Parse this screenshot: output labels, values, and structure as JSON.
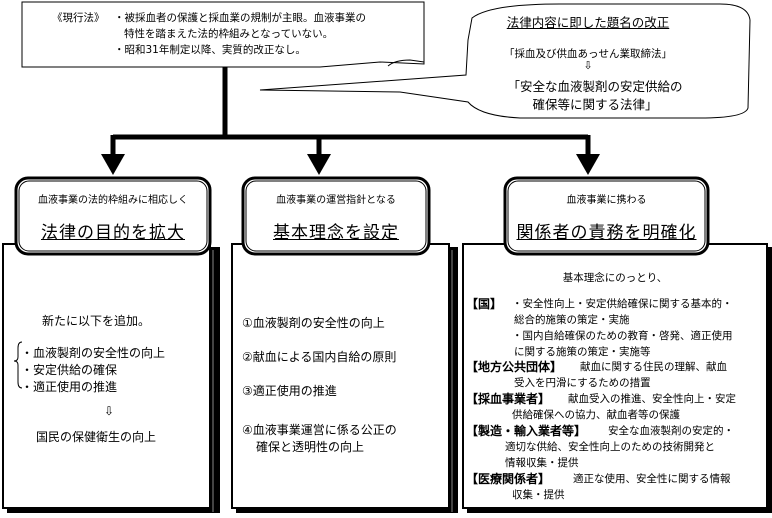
{
  "current_law_note": {
    "label": "《現行法》",
    "bullets": [
      {
        "lines": [
          "・被採血者の保護と採血業の規制が主眼。血液事業の",
          "特性を踏まえた法的枠組みとなっていない。"
        ]
      },
      {
        "lines": [
          "・昭和31年制定以降、実質的改正なし。"
        ]
      }
    ]
  },
  "title_revision_callout": {
    "title": "法律内容に即した題名の改正",
    "old_name": "「採血及び供血あっせん業取締法」",
    "arrow_glyph": "⇩",
    "new_name_lines": [
      "「安全な血液製剤の安定供給の",
      "確保等に関する法律」"
    ]
  },
  "columns": [
    {
      "header_small": "血液事業の法的枠組みに相応しく",
      "header_big": "法律の目的を拡大",
      "body": {
        "intro": "新たに以下を追加。",
        "items": [
          "・血液製剤の安全性の向上",
          "・安定供給の確保",
          "・適正使用の推進"
        ],
        "arrow_glyph": "⇩",
        "result": "国民の保健衛生の向上"
      }
    },
    {
      "header_small": "血液事業の運営指針となる",
      "header_big": "基本理念を設定",
      "body": {
        "items": [
          {
            "lines": [
              "①血液製剤の安全性の向上"
            ]
          },
          {
            "lines": [
              "②献血による国内自給の原則"
            ]
          },
          {
            "lines": [
              "③適正使用の推進"
            ]
          },
          {
            "lines": [
              "④血液事業運営に係る公正の",
              "確保と透明性の向上"
            ]
          }
        ]
      }
    },
    {
      "header_small": "血液事業に携わる",
      "header_big": "関係者の責務を明確化",
      "body": {
        "intro": "基本理念にのっとり、",
        "parties": [
          {
            "label": "【国】",
            "lines": [
              "・安全性向上・安定供給確保に関する基本的・",
              "総合的施策の策定・実施",
              "・国内自給確保のための教育・啓発、適正使用",
              "に関する施策の策定・実施等"
            ]
          },
          {
            "label": "【地方公共団体】",
            "lines": [
              "献血に関する住民の理解、献血",
              "受入を円滑にするための措置"
            ]
          },
          {
            "label": "【採血事業者】",
            "lines": [
              "献血受入の推進、安全性向上・安定",
              "供給確保への協力、献血者等の保護"
            ]
          },
          {
            "label": "【製造・輸入業者等】",
            "lines": [
              "安全な血液製剤の安定的・",
              "適切な供給、安全性向上のための技術開発と",
              "情報収集・提供"
            ]
          },
          {
            "label": "【医療関係者】",
            "lines": [
              "適正な使用、安全性に関する情報",
              "収集・提供"
            ]
          }
        ]
      }
    }
  ]
}
